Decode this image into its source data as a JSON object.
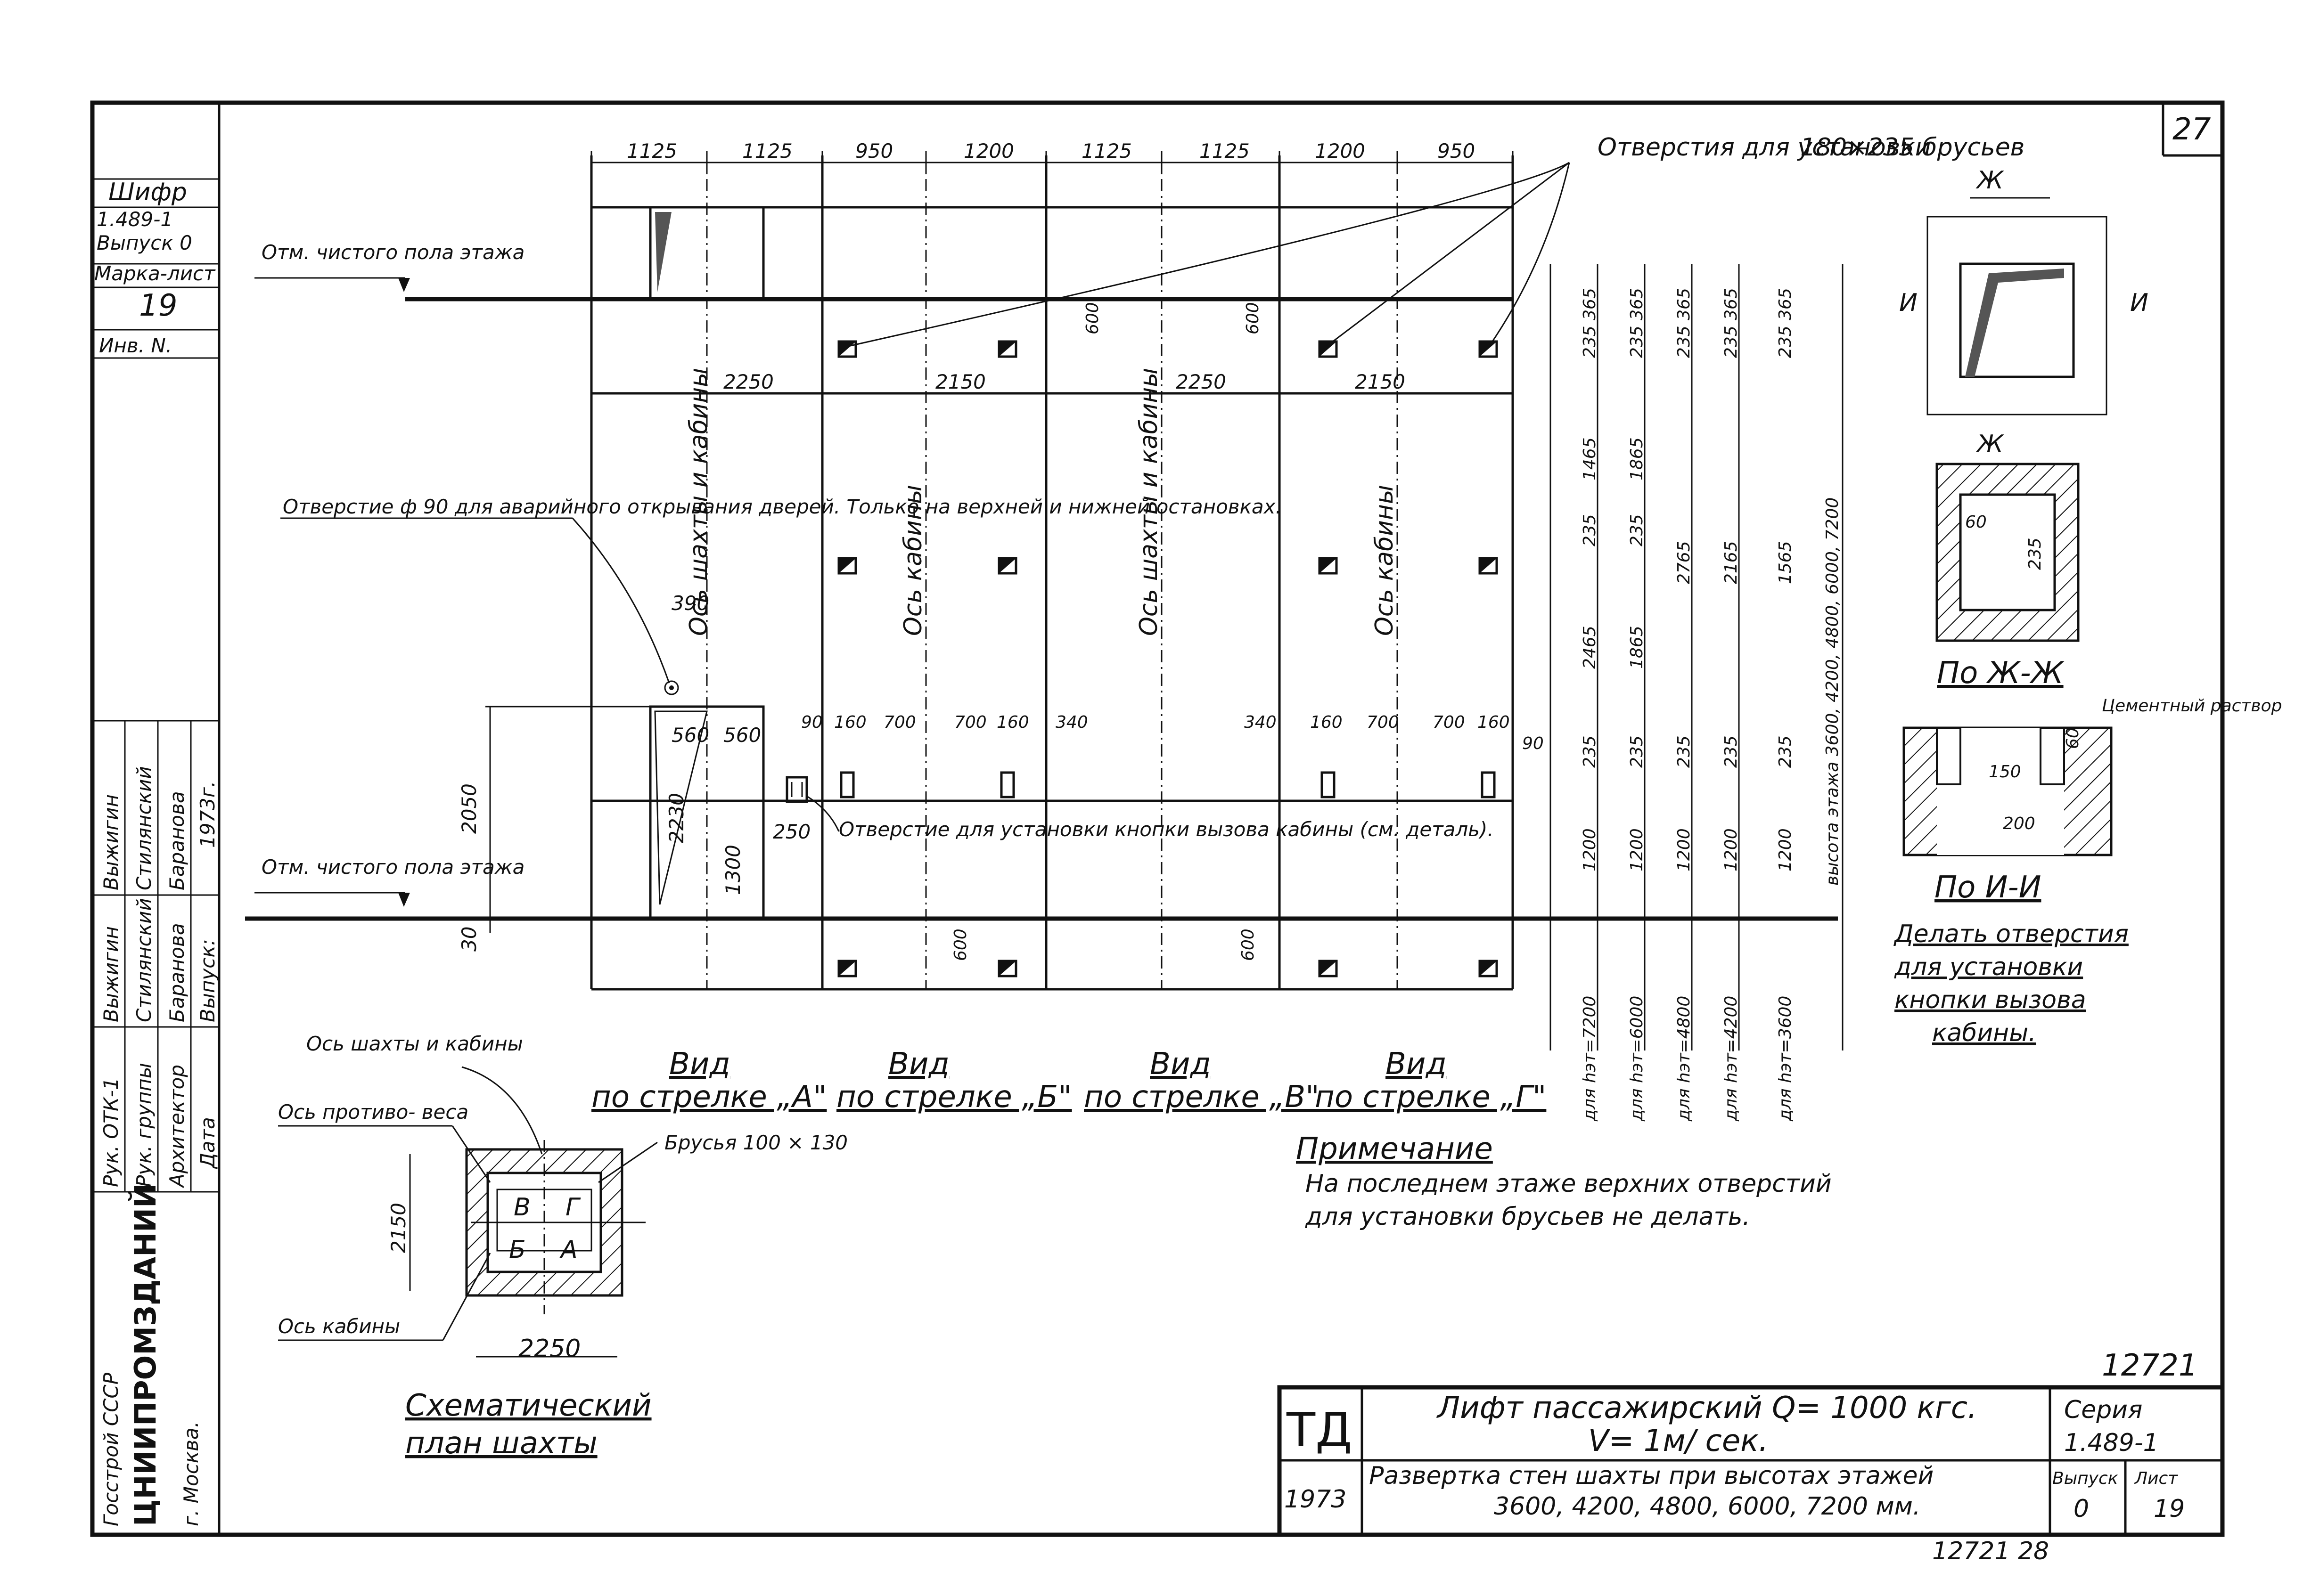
{
  "page_number": "27",
  "stamp": {
    "cipher_label": "Шифр",
    "series": "1.489-1",
    "issue": "Выпуск 0",
    "mark_sheet": "Марка-лист",
    "sheet": "19",
    "inv": "Инв. N."
  },
  "approvals": {
    "rows": [
      {
        "role": "Рук. ОТК-1",
        "signature": "Выжигин",
        "name": "Выжигин"
      },
      {
        "role": "Рук. группы",
        "signature": "Стилянский",
        "name": "Стилянский"
      },
      {
        "role": "Архитектор",
        "signature": "Баранова",
        "name": "Баранова"
      }
    ],
    "date_label": "Дата",
    "issue_label": "Выпуск:",
    "year": "1973г."
  },
  "org": {
    "line1": "Госстрой СССР",
    "line2": "ЦНИИПРОМЗДАНИЙ",
    "line3": "г. Москва."
  },
  "top_dims": [
    "1125",
    "1125",
    "950",
    "1200",
    "1125",
    "1125",
    "1200",
    "950"
  ],
  "second_dims": [
    "2250",
    "2150",
    "2250",
    "2150"
  ],
  "labels": {
    "floor_level_top": "Отм. чистого пола этажа",
    "floor_level_bottom": "Отм. чистого пола этажа",
    "holes_bars": "Отверстия для установки",
    "holes_bars_size": "180×235 брусьев",
    "hole_emergency": "Отверстие ф 90 для аварийного открывания дверей. Только на верхней и нижней остановках.",
    "hole_button": "Отверстие для установки кнопки вызова кабины (см. деталь).",
    "axis_shaft_cabin": "Ось шахты и кабины",
    "axis_cabin": "Ось кабины"
  },
  "inner_dims": {
    "d600": "600",
    "d390": "390",
    "d560a": "560",
    "d560b": "560",
    "d2230": "2230",
    "d1300": "1300",
    "d2050": "2050",
    "d30": "30",
    "d250": "250",
    "d90": "90",
    "d160": "160",
    "d700": "700",
    "d340": "340"
  },
  "height_cols": [
    {
      "top": "235 365",
      "mid1": "1465",
      "mid2": "235",
      "mid3": "2465",
      "mid4": "235",
      "bot": "1200",
      "caption": "для hэт=7200"
    },
    {
      "top": "235 365",
      "mid1": "1865",
      "mid2": "235",
      "mid3": "1865",
      "mid4": "235",
      "bot": "1200",
      "caption": "для hэт=6000"
    },
    {
      "top": "235 365",
      "mid1": "",
      "mid2": "2765",
      "mid3": "",
      "mid4": "235",
      "bot": "1200",
      "caption": "для hэт=4800"
    },
    {
      "top": "235 365",
      "mid1": "",
      "mid2": "2165",
      "mid3": "",
      "mid4": "235",
      "bot": "1200",
      "caption": "для hэт=4200"
    },
    {
      "top": "235 365",
      "mid1": "",
      "mid2": "1565",
      "mid3": "",
      "mid4": "235",
      "bot": "1200",
      "caption": "для hэт=3600"
    }
  ],
  "height_note": "высота этажа 3600, 4200, 4800, 6000, 7200",
  "views": [
    {
      "line1": "Вид",
      "line2": "по стрелке „А\""
    },
    {
      "line1": "Вид",
      "line2": "по стрелке „Б\""
    },
    {
      "line1": "Вид",
      "line2": "по стрелке „В\""
    },
    {
      "line1": "Вид",
      "line2": "по стрелке „Г\""
    }
  ],
  "plan": {
    "axis_shaft_cabin": "Ось шахты и кабины",
    "axis_counterweight": "Ось противо- веса",
    "bars": "Брусья 100 × 130",
    "axis_cabin": "Ось кабины",
    "dim_2150": "2150",
    "dim_2250": "2250",
    "letters": [
      "В",
      "Г",
      "Б",
      "А"
    ],
    "title1": "Схематический",
    "title2": "план шахты"
  },
  "detail": {
    "section_zh": "Ж",
    "section_i": "И",
    "dim_60": "60",
    "dim_235": "235",
    "title_zh": "По Ж-Ж",
    "cement": "Цементный раствор",
    "dim_150": "150",
    "dim_200": "200",
    "dim_60b": "60",
    "title_i": "По И-И",
    "note1": "Делать отверстия",
    "note2": "для установки",
    "note3": "кнопки вызова",
    "note4": "кабины."
  },
  "note": {
    "title": "Примечание",
    "line1": "На последнем этаже верхних отверстий",
    "line2": "для установки брусьев не делать."
  },
  "title_block": {
    "doc_number": "12721",
    "logo": "ТД",
    "title_line1": "Лифт пассажирский Q= 1000 кгс.",
    "title_line2": "V= 1м/ сек.",
    "series_label": "Серия",
    "series_value": "1.489-1",
    "year": "1973",
    "desc_line1": "Развертка стен шахты при высотах этажей",
    "desc_line2": "3600, 4200, 4800, 6000, 7200 мм.",
    "issue_label": "Выпуск",
    "issue_value": "0",
    "sheet_label": "Лист",
    "sheet_value": "19",
    "footer": "12721 28"
  }
}
